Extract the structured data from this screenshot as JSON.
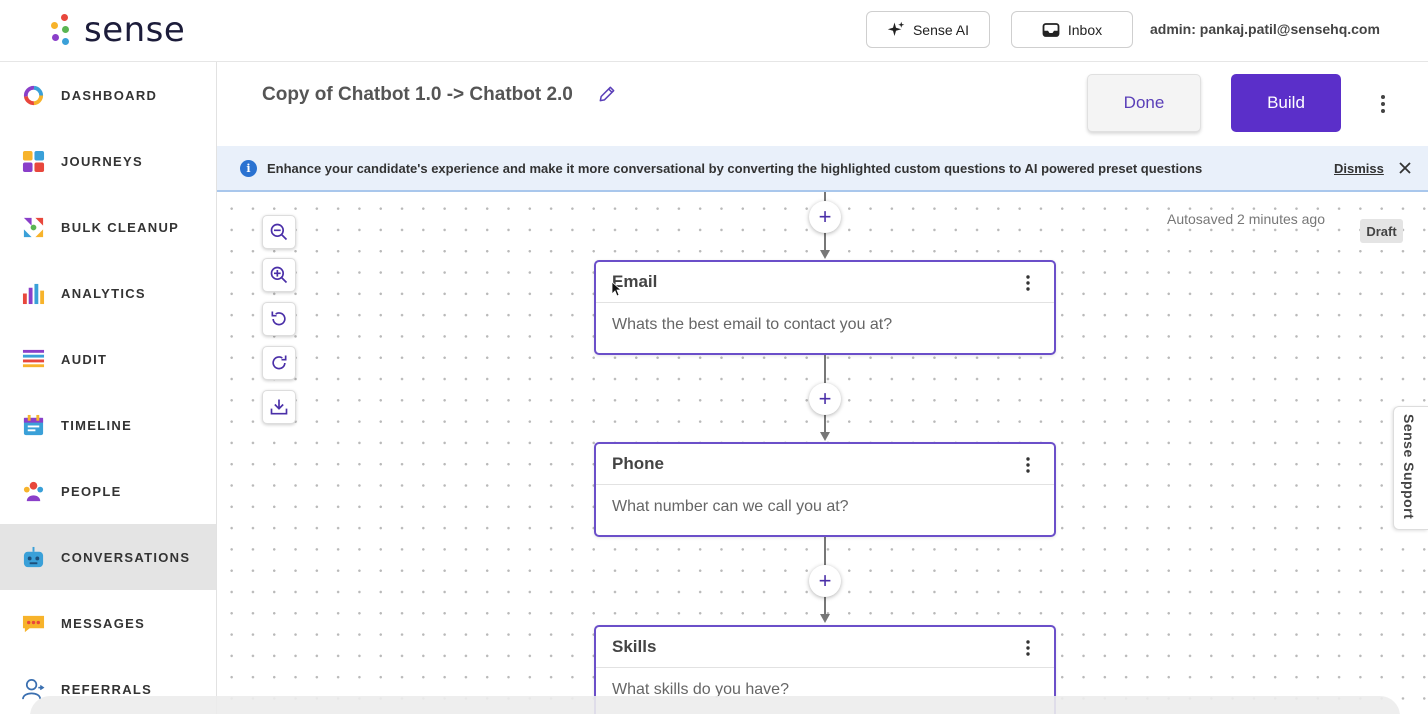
{
  "brand": {
    "name": "sense",
    "accent": "#5b2fc9"
  },
  "topbar": {
    "ai_label": "Sense AI",
    "inbox_label": "Inbox",
    "admin_text": "admin: pankaj.patil@sensehq.com"
  },
  "sidebar": {
    "items": [
      {
        "label": "DASHBOARD",
        "icon": "dashboard-ring-icon"
      },
      {
        "label": "JOURNEYS",
        "icon": "journeys-grid-icon"
      },
      {
        "label": "BULK CLEANUP",
        "icon": "bulk-cleanup-icon"
      },
      {
        "label": "ANALYTICS",
        "icon": "analytics-bars-icon"
      },
      {
        "label": "AUDIT",
        "icon": "audit-list-icon"
      },
      {
        "label": "TIMELINE",
        "icon": "timeline-calendar-icon"
      },
      {
        "label": "PEOPLE",
        "icon": "people-icon"
      },
      {
        "label": "CONVERSATIONS",
        "icon": "conversations-bot-icon",
        "active": true
      },
      {
        "label": "MESSAGES",
        "icon": "messages-bubble-icon"
      },
      {
        "label": "REFERRALS",
        "icon": "referrals-user-icon"
      }
    ]
  },
  "header": {
    "title": "Copy of Chatbot 1.0 -> Chatbot 2.0",
    "done_label": "Done",
    "build_label": "Build"
  },
  "banner": {
    "text": "Enhance your candidate's experience and make it more conversational by converting the highlighted custom questions to AI powered preset questions",
    "dismiss_label": "Dismiss"
  },
  "canvas": {
    "autosave_text": "Autosaved 2 minutes ago",
    "status_badge": "Draft",
    "nodes": [
      {
        "title": "Email",
        "question": "Whats the best email to contact you at?"
      },
      {
        "title": "Phone",
        "question": "What number can we call you at?"
      },
      {
        "title": "Skills",
        "question": "What skills do you have?"
      }
    ]
  },
  "support": {
    "label": "Sense Support"
  }
}
